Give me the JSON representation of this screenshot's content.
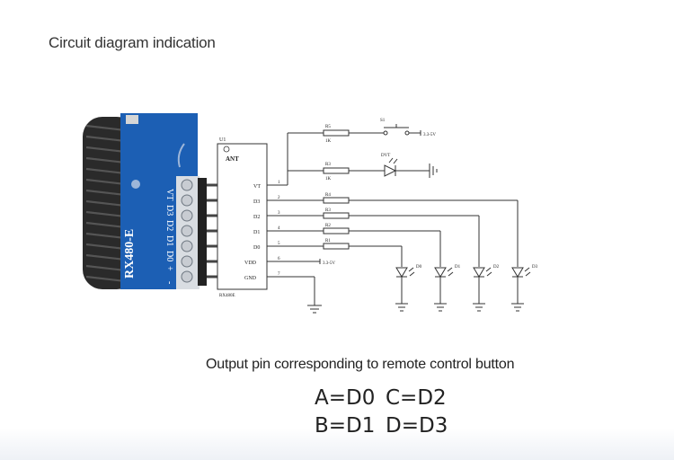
{
  "heading": "Circuit diagram indication",
  "subheading": "Output pin corresponding to remote control button",
  "mapping": [
    [
      "A=D0",
      "C=D2"
    ],
    [
      "B=D1",
      "D=D3"
    ]
  ],
  "module": {
    "name": "RX480-E",
    "pin_labels": [
      "VT",
      "D3",
      "D2",
      "D1",
      "D0",
      "VDD",
      "GND"
    ],
    "board_pin_marks": [
      "VT",
      "D3",
      "D2",
      "D1",
      "D0",
      "+",
      "-"
    ]
  },
  "ic": {
    "ref": "U1",
    "label": "ANT",
    "part": "RX480E",
    "pin_numbers": [
      "1",
      "2",
      "3",
      "4",
      "5",
      "6",
      "7"
    ],
    "pin_labels": [
      "VT",
      "D3",
      "D2",
      "D1",
      "D0",
      "VDD",
      "GND"
    ]
  },
  "components": {
    "r5_ref": "R5",
    "r5_val": "1K",
    "s1_ref": "S1",
    "supply": "3.3-5V",
    "r3_ref": "R3",
    "r3_val": "1K",
    "dvt_ref": "DVT",
    "r4_ref": "R4",
    "r3b_ref": "R3",
    "r2_ref": "R2",
    "r1_ref": "R1",
    "vdd_supply": "3.3-5V",
    "leds": [
      "D0",
      "D1",
      "D2",
      "D3"
    ]
  },
  "colors": {
    "board": "#1c5fb4",
    "antenna": "#1a1a1a",
    "pin_metal": "#c8ccd2",
    "wire": "#333333"
  }
}
